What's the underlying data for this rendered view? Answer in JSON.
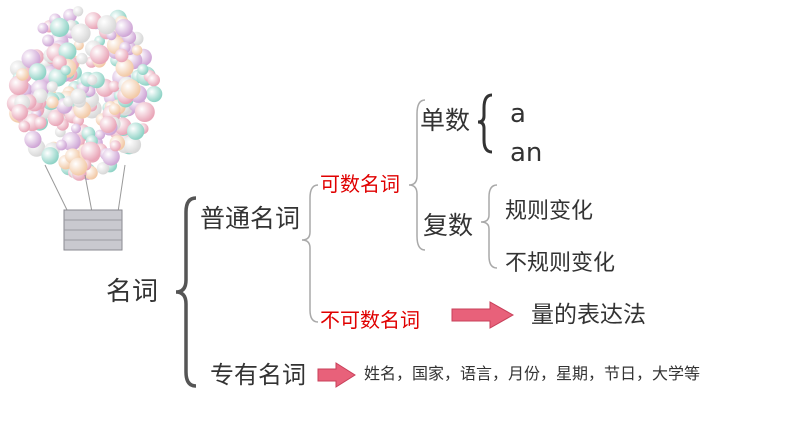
{
  "root": "名词",
  "common_noun": "普通名词",
  "countable": "可数名词",
  "singular": "单数",
  "article_a": "a",
  "article_an": "an",
  "plural": "复数",
  "regular_change": "规则变化",
  "irregular_change": "不规则变化",
  "uncountable": "不可数名词",
  "quantity_expression": "量的表达法",
  "proper_noun": "专有名词",
  "proper_examples": "姓名，国家，语言，月份，星期，节日，大学等",
  "colors": {
    "highlight_red": "#e00000",
    "arrow_fill": "#e8617a",
    "line_gray": "#a9a9a9",
    "text": "#333333"
  }
}
